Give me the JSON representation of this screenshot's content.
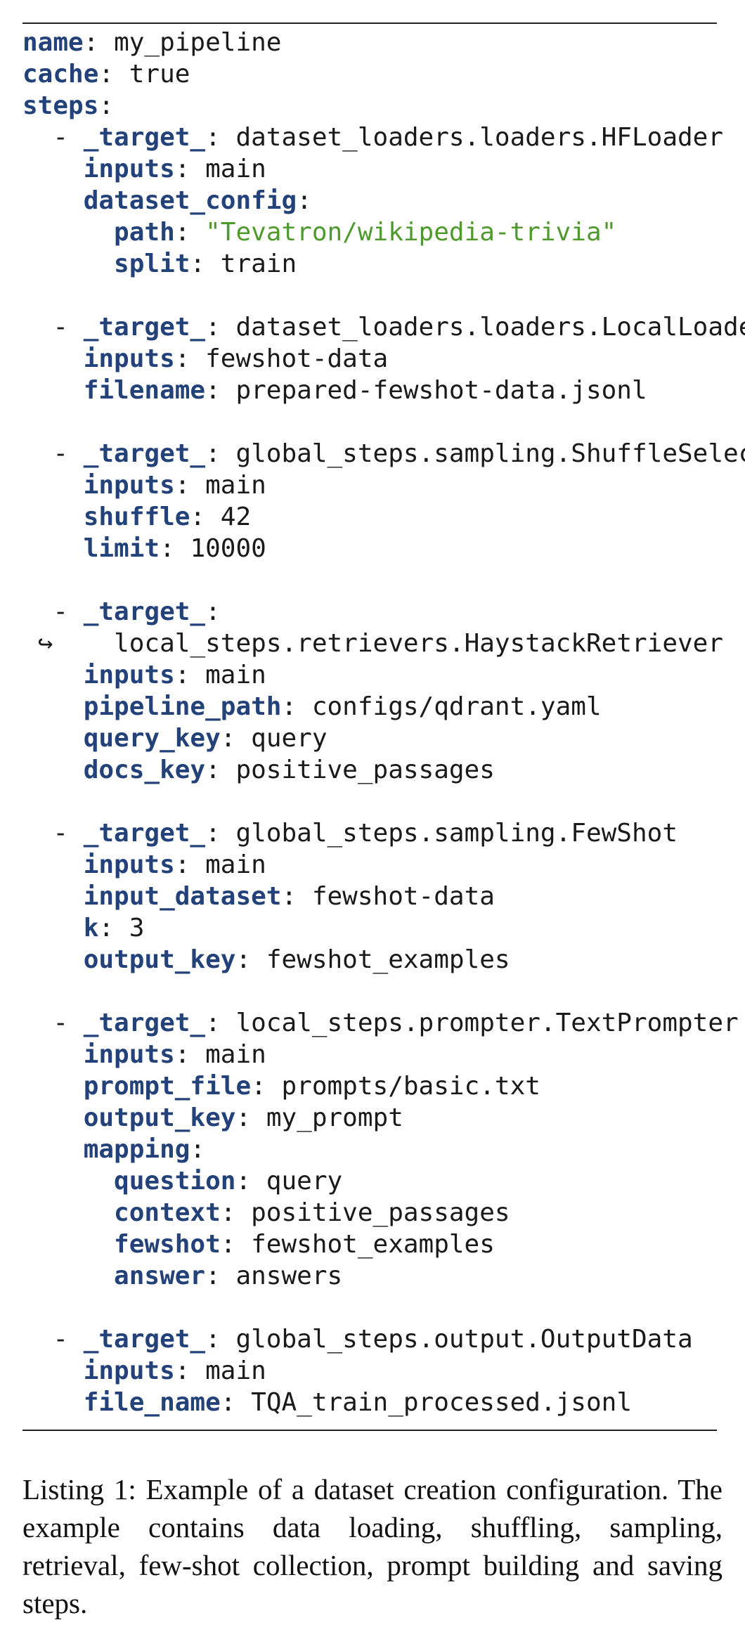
{
  "listing": {
    "lines": [
      {
        "indent": "",
        "dash": "",
        "key": "name",
        "sep": ": ",
        "value": "my_pipeline",
        "string": false
      },
      {
        "indent": "",
        "dash": "",
        "key": "cache",
        "sep": ": ",
        "value": "true",
        "string": false
      },
      {
        "indent": "",
        "dash": "",
        "key": "steps",
        "sep": ":",
        "value": "",
        "string": false
      },
      {
        "indent": "  ",
        "dash": "- ",
        "key": "_target_",
        "sep": ": ",
        "value": "dataset_loaders.loaders.HFLoader",
        "string": false
      },
      {
        "indent": "    ",
        "dash": "",
        "key": "inputs",
        "sep": ": ",
        "value": "main",
        "string": false
      },
      {
        "indent": "    ",
        "dash": "",
        "key": "dataset_config",
        "sep": ":",
        "value": "",
        "string": false
      },
      {
        "indent": "      ",
        "dash": "",
        "key": "path",
        "sep": ": ",
        "value": "\"Tevatron/wikipedia-trivia\"",
        "string": true
      },
      {
        "indent": "      ",
        "dash": "",
        "key": "split",
        "sep": ": ",
        "value": "train",
        "string": false
      },
      {
        "blank": true
      },
      {
        "indent": "  ",
        "dash": "- ",
        "key": "_target_",
        "sep": ": ",
        "value": "dataset_loaders.loaders.LocalLoader",
        "string": false
      },
      {
        "indent": "    ",
        "dash": "",
        "key": "inputs",
        "sep": ": ",
        "value": "fewshot-data",
        "string": false
      },
      {
        "indent": "    ",
        "dash": "",
        "key": "filename",
        "sep": ": ",
        "value": "prepared-fewshot-data.jsonl",
        "string": false
      },
      {
        "blank": true
      },
      {
        "indent": "  ",
        "dash": "- ",
        "key": "_target_",
        "sep": ": ",
        "value": "global_steps.sampling.ShuffleSelect",
        "string": false
      },
      {
        "indent": "    ",
        "dash": "",
        "key": "inputs",
        "sep": ": ",
        "value": "main",
        "string": false
      },
      {
        "indent": "    ",
        "dash": "",
        "key": "shuffle",
        "sep": ": ",
        "value": "42",
        "string": false
      },
      {
        "indent": "    ",
        "dash": "",
        "key": "limit",
        "sep": ": ",
        "value": "10000",
        "string": false
      },
      {
        "blank": true
      },
      {
        "indent": "  ",
        "dash": "- ",
        "key": "_target_",
        "sep": ":",
        "value": "",
        "string": false
      },
      {
        "continuation": true,
        "marker": "↪",
        "value": "local_steps.retrievers.HaystackRetriever"
      },
      {
        "indent": "    ",
        "dash": "",
        "key": "inputs",
        "sep": ": ",
        "value": "main",
        "string": false
      },
      {
        "indent": "    ",
        "dash": "",
        "key": "pipeline_path",
        "sep": ": ",
        "value": "configs/qdrant.yaml",
        "string": false
      },
      {
        "indent": "    ",
        "dash": "",
        "key": "query_key",
        "sep": ": ",
        "value": "query",
        "string": false
      },
      {
        "indent": "    ",
        "dash": "",
        "key": "docs_key",
        "sep": ": ",
        "value": "positive_passages",
        "string": false
      },
      {
        "blank": true
      },
      {
        "indent": "  ",
        "dash": "- ",
        "key": "_target_",
        "sep": ": ",
        "value": "global_steps.sampling.FewShot",
        "string": false
      },
      {
        "indent": "    ",
        "dash": "",
        "key": "inputs",
        "sep": ": ",
        "value": "main",
        "string": false
      },
      {
        "indent": "    ",
        "dash": "",
        "key": "input_dataset",
        "sep": ": ",
        "value": "fewshot-data",
        "string": false
      },
      {
        "indent": "    ",
        "dash": "",
        "key": "k",
        "sep": ": ",
        "value": "3",
        "string": false
      },
      {
        "indent": "    ",
        "dash": "",
        "key": "output_key",
        "sep": ": ",
        "value": "fewshot_examples",
        "string": false
      },
      {
        "blank": true
      },
      {
        "indent": "  ",
        "dash": "- ",
        "key": "_target_",
        "sep": ": ",
        "value": "local_steps.prompter.TextPrompter",
        "string": false
      },
      {
        "indent": "    ",
        "dash": "",
        "key": "inputs",
        "sep": ": ",
        "value": "main",
        "string": false
      },
      {
        "indent": "    ",
        "dash": "",
        "key": "prompt_file",
        "sep": ": ",
        "value": "prompts/basic.txt",
        "string": false
      },
      {
        "indent": "    ",
        "dash": "",
        "key": "output_key",
        "sep": ": ",
        "value": "my_prompt",
        "string": false
      },
      {
        "indent": "    ",
        "dash": "",
        "key": "mapping",
        "sep": ":",
        "value": "",
        "string": false
      },
      {
        "indent": "      ",
        "dash": "",
        "key": "question",
        "sep": ": ",
        "value": "query",
        "string": false
      },
      {
        "indent": "      ",
        "dash": "",
        "key": "context",
        "sep": ": ",
        "value": "positive_passages",
        "string": false
      },
      {
        "indent": "      ",
        "dash": "",
        "key": "fewshot",
        "sep": ": ",
        "value": "fewshot_examples",
        "string": false
      },
      {
        "indent": "      ",
        "dash": "",
        "key": "answer",
        "sep": ": ",
        "value": "answers",
        "string": false
      },
      {
        "blank": true
      },
      {
        "indent": "  ",
        "dash": "- ",
        "key": "_target_",
        "sep": ": ",
        "value": "global_steps.output.OutputData",
        "string": false
      },
      {
        "indent": "    ",
        "dash": "",
        "key": "inputs",
        "sep": ": ",
        "value": "main",
        "string": false
      },
      {
        "indent": "    ",
        "dash": "",
        "key": "file_name",
        "sep": ": ",
        "value": "TQA_train_processed.jsonl",
        "string": false
      }
    ]
  },
  "caption": {
    "text": "Listing 1: Example of a dataset creation configuration. The example contains data loading, shuffling, sampling, retrieval, few-shot collection, prompt building and saving steps."
  },
  "colors": {
    "key": "#24427a",
    "string": "#4f9a2c",
    "text": "#1a1a1a",
    "rule": "#222222"
  }
}
